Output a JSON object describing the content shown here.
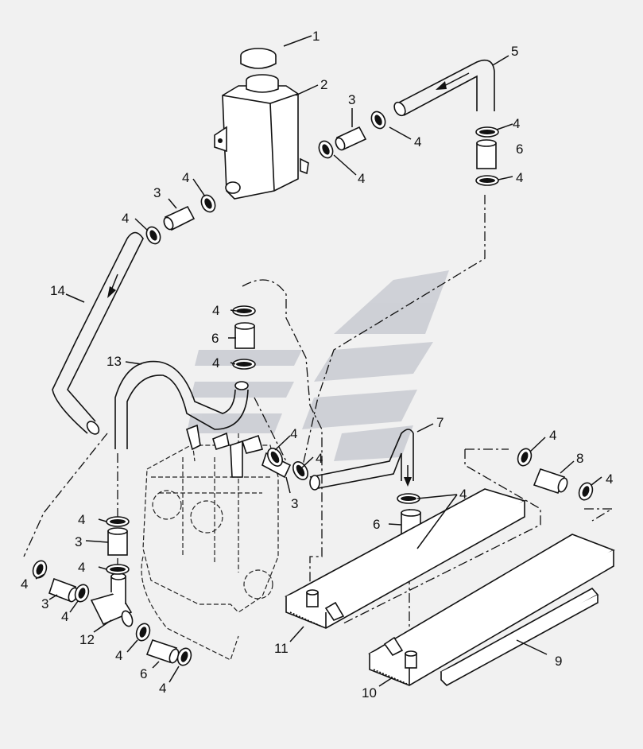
{
  "diagram": {
    "callouts": [
      {
        "id": "c1",
        "text": "1"
      },
      {
        "id": "c2",
        "text": "2"
      },
      {
        "id": "c3a",
        "text": "3"
      },
      {
        "id": "c4a",
        "text": "4"
      },
      {
        "id": "c5",
        "text": "5"
      },
      {
        "id": "c4b",
        "text": "4"
      },
      {
        "id": "c6a",
        "text": "6"
      },
      {
        "id": "c4c",
        "text": "4"
      },
      {
        "id": "c4d",
        "text": "4"
      },
      {
        "id": "c3b",
        "text": "3"
      },
      {
        "id": "c4e",
        "text": "4"
      },
      {
        "id": "c4f",
        "text": "4"
      },
      {
        "id": "c14",
        "text": "14"
      },
      {
        "id": "c4g",
        "text": "4"
      },
      {
        "id": "c6b",
        "text": "6"
      },
      {
        "id": "c4h",
        "text": "4"
      },
      {
        "id": "c13",
        "text": "13"
      },
      {
        "id": "c4i",
        "text": "4"
      },
      {
        "id": "c4j",
        "text": "4"
      },
      {
        "id": "c3c",
        "text": "3"
      },
      {
        "id": "c7",
        "text": "7"
      },
      {
        "id": "c4k",
        "text": "4"
      },
      {
        "id": "c8",
        "text": "8"
      },
      {
        "id": "c4l",
        "text": "4"
      },
      {
        "id": "c4m",
        "text": "4"
      },
      {
        "id": "c6c",
        "text": "6"
      },
      {
        "id": "c4n",
        "text": "4"
      },
      {
        "id": "c3d",
        "text": "3"
      },
      {
        "id": "c4o",
        "text": "4"
      },
      {
        "id": "c4p",
        "text": "4"
      },
      {
        "id": "c3e",
        "text": "3"
      },
      {
        "id": "c4q",
        "text": "4"
      },
      {
        "id": "c12",
        "text": "12"
      },
      {
        "id": "c4r",
        "text": "4"
      },
      {
        "id": "c6d",
        "text": "6"
      },
      {
        "id": "c4s",
        "text": "4"
      },
      {
        "id": "c11",
        "text": "11"
      },
      {
        "id": "c10",
        "text": "10"
      },
      {
        "id": "c9",
        "text": "9"
      }
    ]
  }
}
